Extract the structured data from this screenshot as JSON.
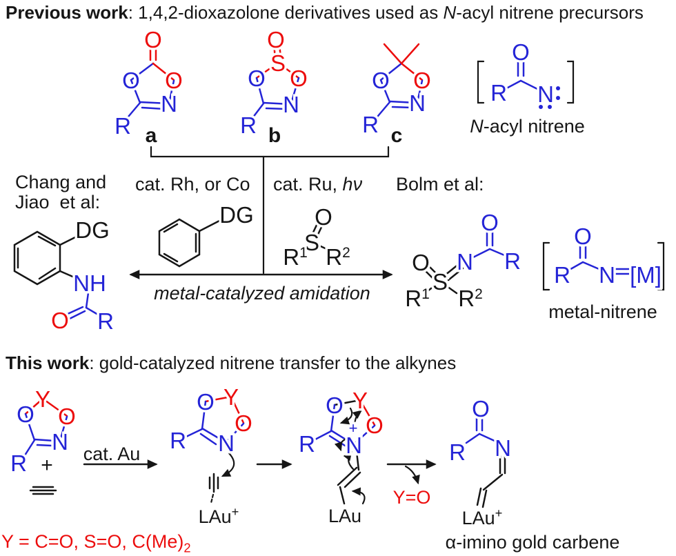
{
  "colors": {
    "blue": "#2424d6",
    "red": "#ec0d0d",
    "black": "#161616",
    "background": "#ffffff"
  },
  "titles": {
    "previous_bold": "Previous work",
    "previous_rest1": ": 1,4,2-dioxazolone derivatives used as ",
    "previous_italic": "N",
    "previous_rest2": "-acyl nitrene precursors",
    "this_bold": "This work",
    "this_rest": ": gold-catalyzed nitrene transfer to the alkynes"
  },
  "atoms": {
    "O": "O",
    "N": "N",
    "S": "S",
    "R": "R",
    "Y": "Y",
    "DG": "DG",
    "NH": "NH",
    "M": "[M]",
    "plus": "+"
  },
  "sups": {
    "one": "1",
    "two": "2"
  },
  "structure_labels": {
    "a": "a",
    "b": "b",
    "c": "c"
  },
  "captions": {
    "nacyl_italic": "N",
    "nacyl_rest": "-acyl nitrene",
    "chang_line1": "Chang and",
    "chang_line2": "Jiao  et al:",
    "cat_rh": "cat. Rh, or Co",
    "cat_ru": "cat. Ru, ",
    "cat_ru_italic": "hν",
    "bolm": "Bolm et al:",
    "amidation": "metal-catalyzed amidation",
    "metal_nitrene": "metal-nitrene",
    "cat_au": "cat. Au",
    "lau": "LAu",
    "lau_charge": "+",
    "y_eq_o": "Y=O",
    "alpha_carbene": "α-imino gold carbene",
    "y_definition": "Y = C=O, S=O, C(Me)",
    "y_definition_sub": "2"
  }
}
